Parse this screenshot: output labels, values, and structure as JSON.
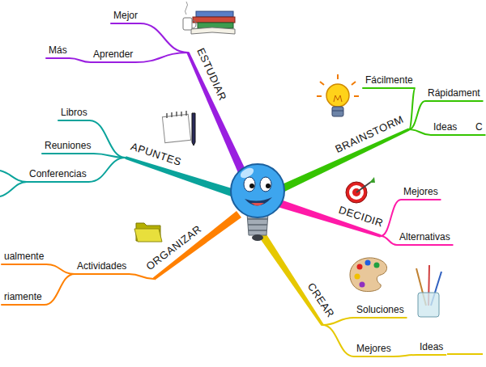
{
  "diagram": {
    "nodes": [
      {
        "text": [
          "ESTUDIAR"
        ]
      },
      {
        "text": [
          "Mejor"
        ]
      },
      {
        "text": [
          "Aprender"
        ]
      },
      {
        "text": [
          "Más"
        ]
      },
      {
        "text": [
          "APUNTES"
        ]
      },
      {
        "text": [
          "Libros"
        ]
      },
      {
        "text": [
          "Reuniones"
        ]
      },
      {
        "text": [
          "Conferencias"
        ]
      },
      {
        "text": [
          "ORGANIZAR"
        ]
      },
      {
        "text": [
          "Actividades"
        ]
      },
      {
        "text": [
          "ualmente"
        ]
      },
      {
        "text": [
          "riamente"
        ]
      },
      {
        "text": [
          "CREAR"
        ]
      },
      {
        "text": [
          "Soluciones"
        ]
      },
      {
        "text": [
          "Mejores"
        ]
      },
      {
        "text": [
          "Ideas"
        ]
      },
      {
        "text": [
          "DECIDIR"
        ]
      },
      {
        "text": [
          "Mejores"
        ]
      },
      {
        "text": [
          "Alternativas"
        ]
      },
      {
        "text": [
          "BRAINSTORM"
        ]
      },
      {
        "text": [
          "Fácilmente"
        ]
      },
      {
        "text": [
          "Rápidament"
        ]
      },
      {
        "text": [
          "Ideas"
        ]
      },
      {
        "text": [
          "C"
        ]
      }
    ],
    "edges": [
      {
        "from": 0,
        "to": 1,
        "arrow": "none"
      },
      {
        "from": 0,
        "to": 2,
        "arrow": "none"
      },
      {
        "from": 2,
        "to": 3,
        "arrow": "none"
      },
      {
        "from": 4,
        "to": 5,
        "arrow": "none"
      },
      {
        "from": 4,
        "to": 6,
        "arrow": "none"
      },
      {
        "from": 4,
        "to": 7,
        "arrow": "none"
      },
      {
        "from": 8,
        "to": 9,
        "arrow": "none"
      },
      {
        "from": 9,
        "to": 10,
        "arrow": "none"
      },
      {
        "from": 9,
        "to": 11,
        "arrow": "none"
      },
      {
        "from": 12,
        "to": 13,
        "arrow": "none"
      },
      {
        "from": 12,
        "to": 14,
        "arrow": "none"
      },
      {
        "from": 14,
        "to": 15,
        "arrow": "none"
      },
      {
        "from": 16,
        "to": 17,
        "arrow": "none"
      },
      {
        "from": 16,
        "to": 18,
        "arrow": "none"
      },
      {
        "from": 19,
        "to": 20,
        "arrow": "none"
      },
      {
        "from": 19,
        "to": 21,
        "arrow": "none"
      },
      {
        "from": 19,
        "to": 22,
        "arrow": "none"
      },
      {
        "from": 22,
        "to": 23,
        "arrow": "none"
      }
    ]
  }
}
